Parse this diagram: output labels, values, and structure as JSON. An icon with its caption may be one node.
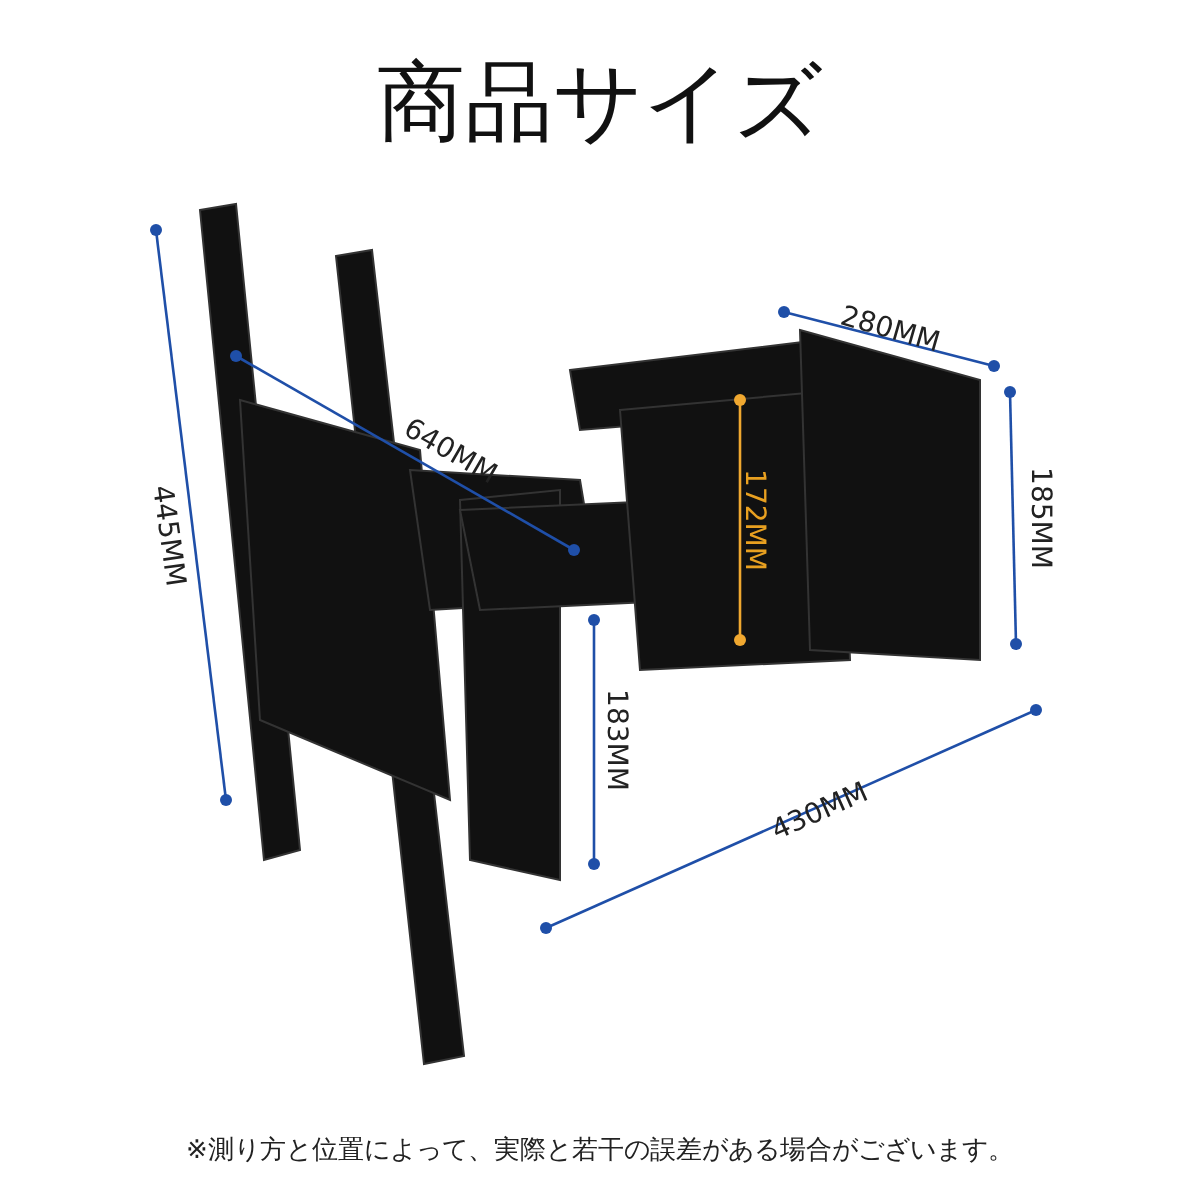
{
  "diagram": {
    "title": "商品サイズ",
    "labels": [
      "280MM",
      "640MM",
      "185MM",
      "445MM",
      "172MM",
      "183MM",
      "430MM"
    ],
    "caption": "※測り方と位置によって、実際と若干の誤差がある場合がございます。"
  }
}
